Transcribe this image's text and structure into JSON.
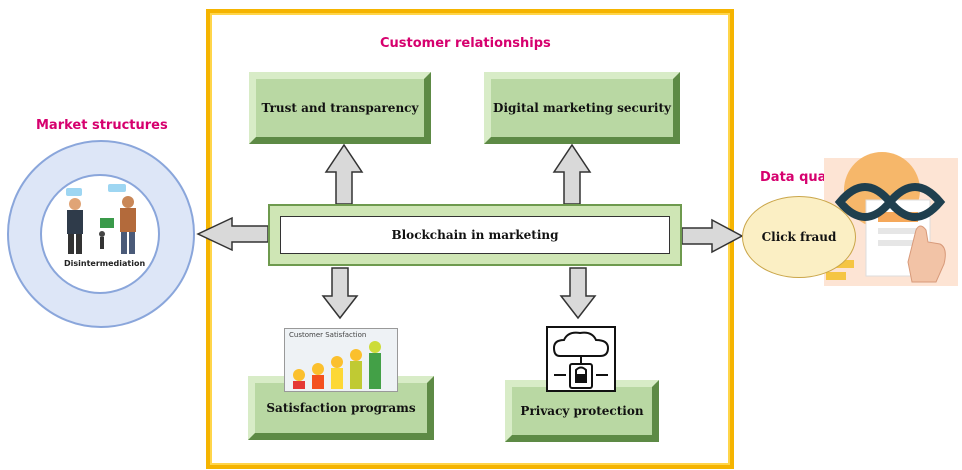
{
  "headings": {
    "customer_relationships": "Customer relationships",
    "market_structures": "Market structures",
    "data_quality": "Data quality"
  },
  "center": {
    "label": "Blockchain in marketing"
  },
  "boxes": {
    "trust": "Trust and transparency",
    "security": "Digital marketing security",
    "satisfaction": "Satisfaction programs",
    "privacy": "Privacy protection"
  },
  "market": {
    "image_caption": "Disintermediation"
  },
  "data_quality": {
    "label": "Click fraud"
  },
  "satisfaction_image": {
    "caption": "Customer Satisfaction"
  },
  "colors": {
    "frame": "#f5b400",
    "heading": "#d6006e",
    "box_green": "#b9d8a3",
    "ring_blue": "#8aa6db",
    "ellipse": "#fbefc4"
  }
}
